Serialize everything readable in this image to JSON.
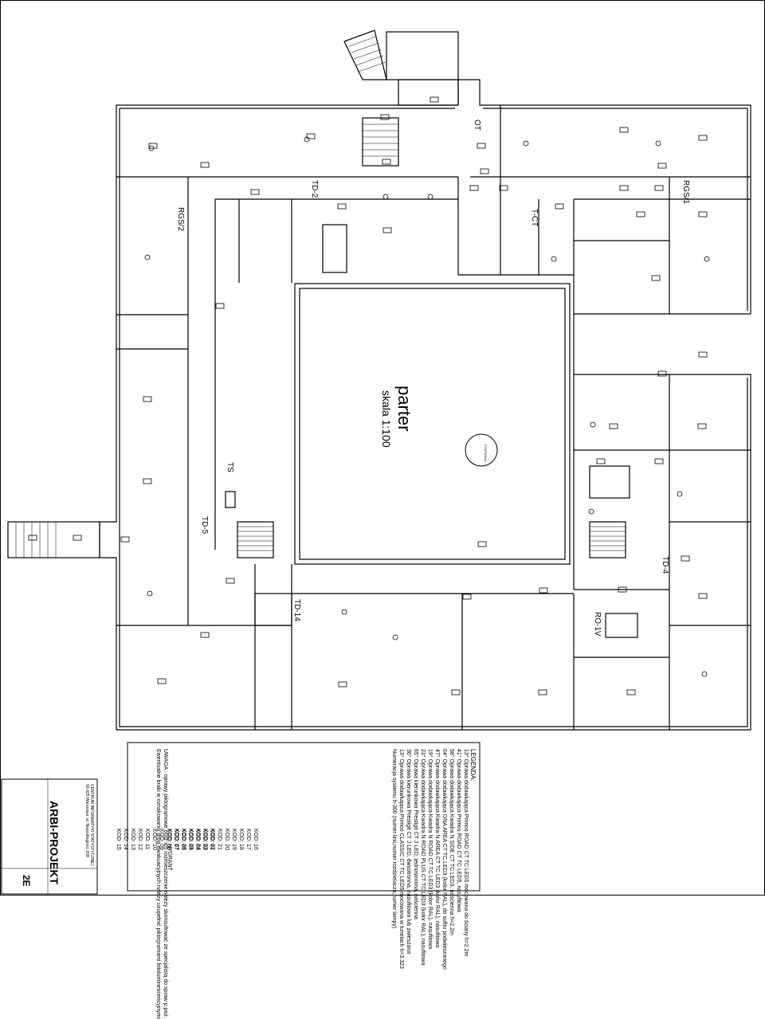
{
  "drawing": {
    "title": "parter",
    "scale": "skala 1:100",
    "fountain": "FONTANNA"
  },
  "tags": {
    "rgs1": "RGS/1",
    "rgs2": "RGS/2",
    "td2": "TD-2",
    "td4": "TD-4",
    "td5": "TD-5",
    "td14": "TD-14",
    "ts": "TS",
    "tct": "T-CT",
    "ot": "OT",
    "ro1v": "RO-1V"
  },
  "legend": {
    "heading": "LEGENDA:",
    "items": [
      "13° Oprawa dodawkająca Primos ROAD CT TC LED5 mocowana do ściany h=2.2m",
      "41° Oprawa dodawkająca Primos ROAD CT TC LED5, nasufitowa",
      "58° Oprawa dodawkająca Kwadra N SIDE CT TC LED3, naścienna h=2.2m",
      "64° Oprawa dodawkająca ONA AREA CT TC LED3 (kolor RAL), do sufitu podwieszanego",
      "47° Oprawa dodawkająca Kwadra N AREA CT TC LED3 (kolor RAL), nasufitowa",
      "19° Oprawa dodawkająca Kwadra N ROAD CT TC LED3 (kolor RAL), nasufitowa",
      "23° Oprawa dodawkająca Kwadra N ROAD PLUS CT TC LED3 (kolor RAL), nasufitowa",
      "65° Oprawa kierunkowa Prestigit CT J LED, jednostronna, naścienna",
      "36° Oprawa kierunkowa Prestigit CT J LED, dwustronna, nasufitowa lub zwieszana",
      "13° Oprawa dodawkająca Primos CLASSIC CT TC LED5 mocowana w tunelach h=3.323",
      "Numeracja systemu h-300 (numer linii,numer rozdzielacza,numer lampy)"
    ],
    "codes_a": [
      "KOD: 01",
      "KOD: 02",
      "KOD: 03",
      "KOD: 04",
      "KOD: 05",
      "KOD: 07",
      "KOD: 08",
      "KOD: 09",
      "KOD: 10",
      "KOD: 11",
      "KOD: 12",
      "KOD: 13",
      "KOD: 14",
      "KOD: 15"
    ],
    "codes_b": [
      "KOD: 16",
      "KOD: 17",
      "KOD: 18",
      "KOD: 19",
      "KOD: 20",
      "KOD: 21",
      "KOD: 22",
      "KOD: 23",
      "KOD: 24",
      "KOD: 25",
      "KOD: 26",
      "KOD: 27",
      "KOD: HYDRANT"
    ],
    "notes": [
      "UWAGA : oprawy piktogramowe oraz ich rozmieszczenie należy skonsultować ze specjalistą do spraw p.poż.",
      "Ewentualne braki w oznakowaniu dróg ewakuacyjnych należy uzupełnić piktogramami fotoluminescencyjnymi"
    ]
  },
  "titleblock": {
    "firm": "ARBI-PROJEKT",
    "investor": "CENTRUM INFORMATYKI STATYSTYCZNEJ",
    "address": "00-925 Warszawa, al. Niepodległości 208",
    "sheet": "2E"
  },
  "colors": {
    "line": "#000000",
    "background": "#ffffff"
  }
}
